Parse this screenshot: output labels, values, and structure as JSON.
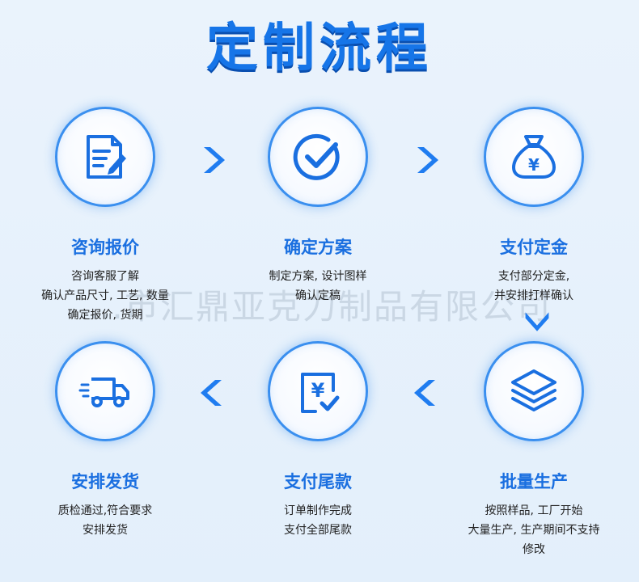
{
  "title": "定制流程",
  "watermark": "…市汇鼎亚克力制品有限公司",
  "steps": [
    {
      "title": "咨询报价",
      "icon": "document-pen-icon",
      "lines": [
        "咨询客服了解",
        "确认产品尺寸, 工艺, 数量",
        "确定报价, 货期"
      ]
    },
    {
      "title": "确定方案",
      "icon": "check-circle-icon",
      "lines": [
        "制定方案, 设计图样",
        "确认定稿"
      ]
    },
    {
      "title": "支付定金",
      "icon": "money-bag-icon",
      "lines": [
        "支付部分定金,",
        "并安排打样确认"
      ]
    },
    {
      "title": "批量生产",
      "icon": "layers-icon",
      "lines": [
        "按照样品, 工厂开始",
        "大量生产, 生产期间不支持",
        "修改"
      ]
    },
    {
      "title": "支付尾款",
      "icon": "yen-receipt-icon",
      "lines": [
        "订单制作完成",
        "支付全部尾款"
      ]
    },
    {
      "title": "安排发货",
      "icon": "delivery-truck-icon",
      "lines": [
        "质检通过,符合要求",
        "安排发货"
      ]
    }
  ],
  "colors": {
    "accent": "#1675e8",
    "ring": "#3a8fef",
    "arrow": "#1f7cf0"
  }
}
